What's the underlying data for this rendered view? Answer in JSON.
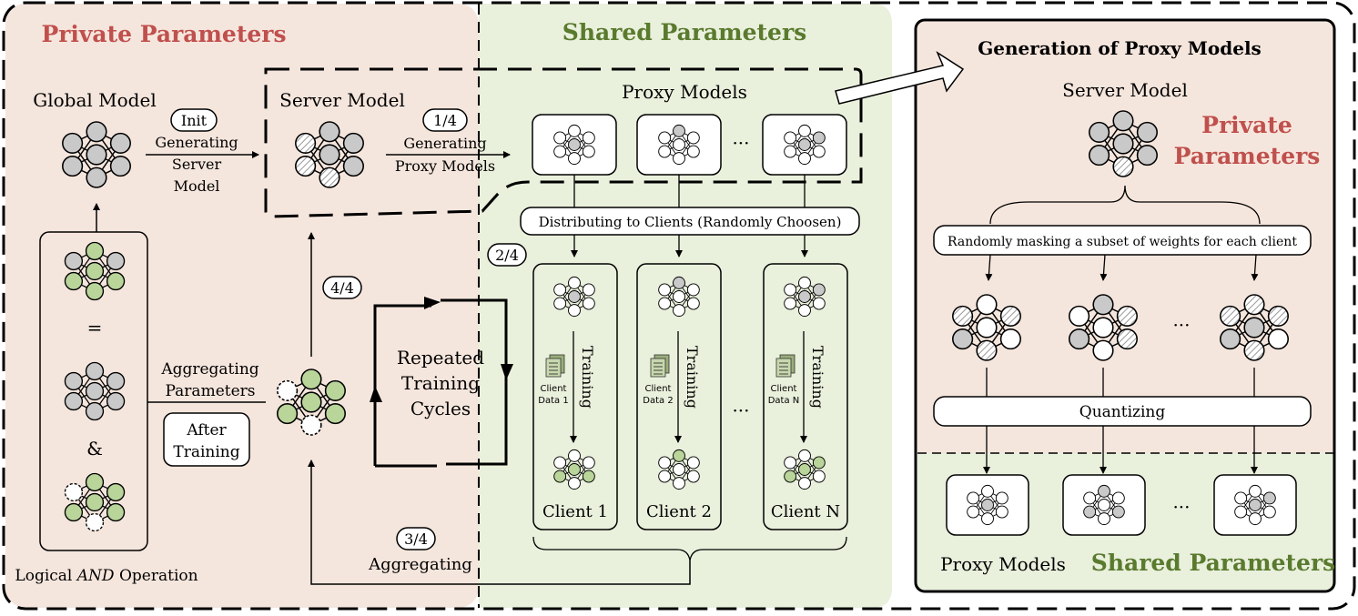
{
  "colors": {
    "private_bg": "#f5e6dd",
    "shared_bg": "#e9f0dc",
    "private_title": "#c0504d",
    "shared_title": "#5a7a2e",
    "node_gray": "#c9c9c9",
    "node_green": "#b9d59a",
    "node_white": "#ffffff"
  },
  "left": {
    "private_title": "Private Parameters",
    "shared_title": "Shared Parameters",
    "global_model_label": "Global Model",
    "init_badge": "Init",
    "generating_server_model": [
      "Generating",
      "Server",
      "Model"
    ],
    "server_model_label": "Server Model",
    "step1_badge": "1/4",
    "generating_proxy_models": [
      "Generating",
      "Proxy Models"
    ],
    "proxy_models_label": "Proxy Models",
    "ellipsis": "···",
    "distributing_label": "Distributing to Clients (Randomly Choosen)",
    "step2_badge": "2/4",
    "step4_badge": "4/4",
    "equals_sign": "=",
    "ampersand": "&",
    "logical_and": "Logical ",
    "logical_and_em": "AND",
    "logical_and_rest": " Operation",
    "aggregating_parameters": [
      "Aggregating",
      "Parameters"
    ],
    "after_training": [
      "After",
      "Training"
    ],
    "repeated_training_cycles": [
      "Repeated",
      "Training",
      "Cycles"
    ],
    "training_label": "Training",
    "clients": [
      {
        "name": "Client 1",
        "data": [
          "Client",
          "Data 1"
        ]
      },
      {
        "name": "Client 2",
        "data": [
          "Client",
          "Data 2"
        ]
      },
      {
        "name": "Client N",
        "data": [
          "Client",
          "Data N"
        ]
      }
    ],
    "step3_badge": "3/4",
    "aggregating_label": "Aggregating"
  },
  "right": {
    "title": "Generation of Proxy Models",
    "server_model_label": "Server Model",
    "private_parameters": [
      "Private",
      "Parameters"
    ],
    "masking_label": "Randomly masking a subset of weights for each client",
    "ellipsis": "···",
    "quantizing_label": "Quantizing",
    "proxy_models_label": "Proxy Models",
    "shared_parameters": "Shared Parameters"
  }
}
